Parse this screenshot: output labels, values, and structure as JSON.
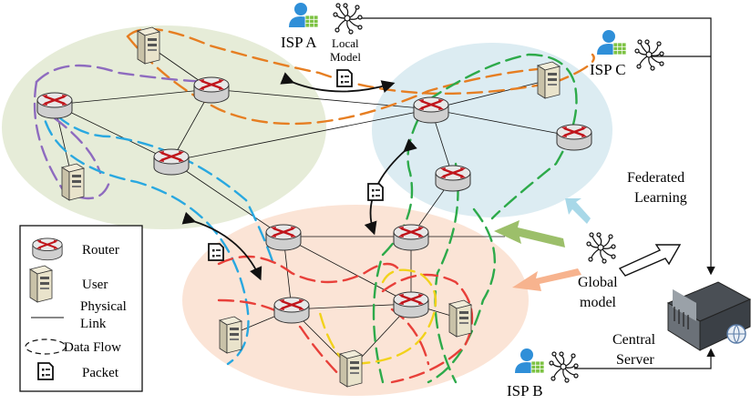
{
  "isps": {
    "a": {
      "label": "ISP A"
    },
    "b": {
      "label": "ISP B"
    },
    "c": {
      "label": "ISP C"
    }
  },
  "local_model": {
    "line1": "Local",
    "line2": "Model"
  },
  "federated": {
    "line1": "Federated",
    "line2": "Learning"
  },
  "global_model": {
    "line1": "Global",
    "line2": "model"
  },
  "central_server": {
    "line1": "Central",
    "line2": "Server"
  },
  "legend": {
    "router": "Router",
    "user": "User",
    "link1": "Physical",
    "link2": "Link",
    "flow": "Data Flow",
    "packet": "Packet"
  },
  "colors": {
    "region_green": "#e6ecd8",
    "region_blue": "#dcecf2",
    "region_orange": "#fbe4d6",
    "flow_orange": "#e67e22",
    "flow_purple": "#8e6bbf",
    "flow_blue": "#29a8e0",
    "flow_green": "#2daa4a",
    "flow_red": "#e8403a",
    "flow_yellow": "#f2d21b",
    "isp_blue": "#2f8fd8",
    "isp_green": "#7cc242"
  },
  "icons": [
    "router-icon",
    "user-server-icon",
    "packet-icon",
    "neural-model-icon",
    "isp-user-icon",
    "central-server-icon"
  ]
}
